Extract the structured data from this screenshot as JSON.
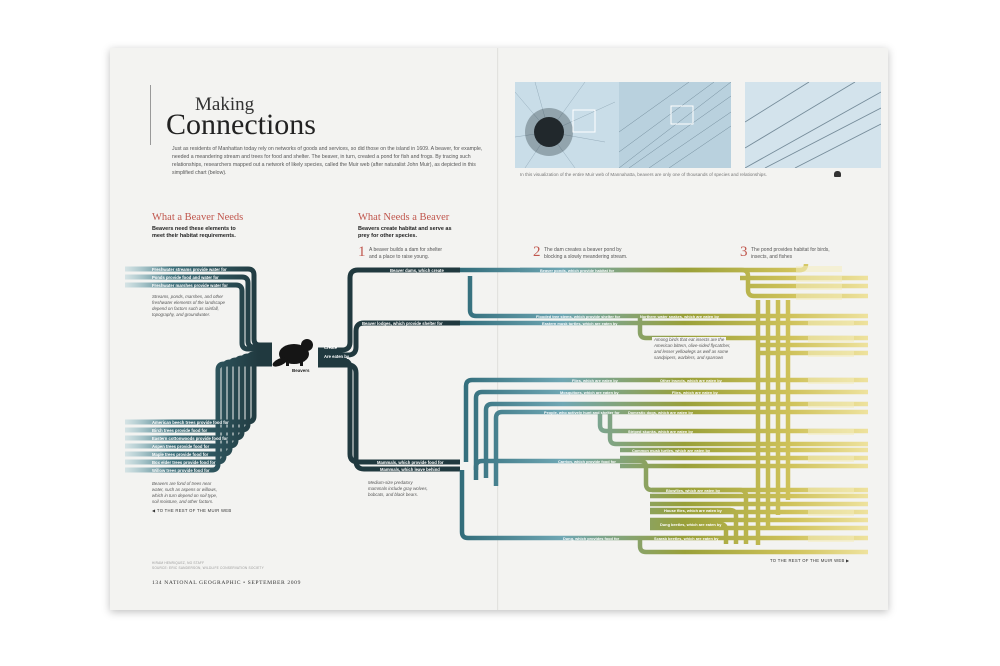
{
  "header": {
    "title_small": "Making",
    "title_big": "Connections",
    "intro": "Just as residents of Manhattan today rely on networks of goods and services, so did those on the island in 1609. A beaver, for example, needed a meandering stream and trees for food and shelter. The beaver, in turn, created a pond for fish and frogs. By tracing such relationships, researchers mapped out a network of likely species, called the Muir web (after naturalist John Muir), as depicted in this simplified chart (below)."
  },
  "photo_caption": "In this visualization of the entire Muir web of Mannahatta, beavers are only one of thousands of species and relationships.",
  "needs": {
    "title": "What a Beaver Needs",
    "subtitle_1": "Beavers need these elements to",
    "subtitle_2": "meet their habitat requirements.",
    "water_items": [
      "Freshwater streams provide water for",
      "Ponds provide food and water for",
      "Freshwater marshes provide water for"
    ],
    "water_note_lines": [
      "Streams, ponds, marshes, and other",
      "freshwater elements of the landscape",
      "depend on factors such as rainfall,",
      "topography, and groundwater."
    ],
    "tree_items": [
      "American beech trees provide food for",
      "Birch trees provide food for",
      "Eastern cottonwoods provide food for",
      "Aspen trees provide food for",
      "Maple trees provide food for",
      "Box elder trees provide food for",
      "Willow trees provide food for"
    ],
    "tree_note_lines": [
      "Beavers are fond of trees near",
      "water, such as aspens or willows,",
      "which in turn depend on soil type,",
      "soil moisture, and other factors."
    ],
    "rest_link": "TO THE REST OF THE MUIR WEB"
  },
  "beaver": {
    "label": "Beavers",
    "create_label": "Create",
    "eaten_label": "Are eaten by"
  },
  "what_needs": {
    "title": "What Needs a Beaver",
    "subtitle_1": "Beavers create habitat and serve as",
    "subtitle_2": "prey for other species.",
    "steps": [
      {
        "num": "1",
        "line1": "A beaver builds a dam for shelter",
        "line2": "and a place to raise young."
      },
      {
        "num": "2",
        "line1": "The dam creates a beaver pond by",
        "line2": "blocking a slowly meandering stream."
      },
      {
        "num": "3",
        "line1": "The pond provides habitat for birds,",
        "line2": "insects, and fishes"
      }
    ],
    "mid_labels": {
      "dams": "Beaver dams, which create",
      "lodges": "Beaver lodges, which provide shelter for",
      "mammals1": "Mammals, which provide food for",
      "mammals2": "Mammals, which leave behind"
    },
    "pond_labels": {
      "ponds": "Beaver ponds, which provide habitat for",
      "flooded": "Flooded tree stems, which provide shelter for",
      "musk": "Eastern musk turtles, which are eaten by",
      "northern_water": "Northern water snakes, which are eaten by"
    },
    "prey_labels": {
      "flies": "Flies, which are eaten by",
      "mosquitoes": "Mosquitoes, which are eaten by",
      "people": "People, who actively hunt and shelter for",
      "carrion": "Carrion, which provide food for",
      "dung": "Dung, which provides food for"
    },
    "mid2_labels": {
      "other_insects": "Other insects, which are eaten by",
      "flies2": "Flies, which are eaten by",
      "domestic_dogs": "Domestic dogs, which are eaten by",
      "striped_skunks": "Striped skunks, which are eaten by",
      "common_musk": "Common musk turtles, which are eaten by",
      "blowflies": "Blowflies, which are eaten by",
      "house_flies": "House flies, which are eaten by",
      "dung_beetles": "Dung beetles, which are eaten by",
      "scarab_beetles": "Scarab beetles, which are eaten by"
    },
    "birds_note_lines": [
      "Among birds that eat insects are the",
      "American bittern, olive-sided flycatcher,",
      "and lesser yellowlegs as well as some",
      "sandpipers, warblers, and sparrows"
    ],
    "predator_note_lines": [
      "Medium-size predatory",
      "mammals include gray wolves,",
      "bobcats, and black bears."
    ],
    "rest_link": "TO THE REST OF THE MUIR WEB"
  },
  "footer": {
    "page": "134 NATIONAL GEOGRAPHIC • SEPTEMBER 2009",
    "credit_1": "HIRAM HENRIQUEZ, NG STAFF",
    "credit_2": "SOURCE: ERIC SANDERSON, WILDLIFE CONSERVATION SOCIETY"
  },
  "colors": {
    "dark_teal": "#20393f",
    "teal": "#6fa7b4",
    "olive": "#99a039",
    "yellow": "#e7d66a",
    "accent_red": "#c0564d"
  }
}
